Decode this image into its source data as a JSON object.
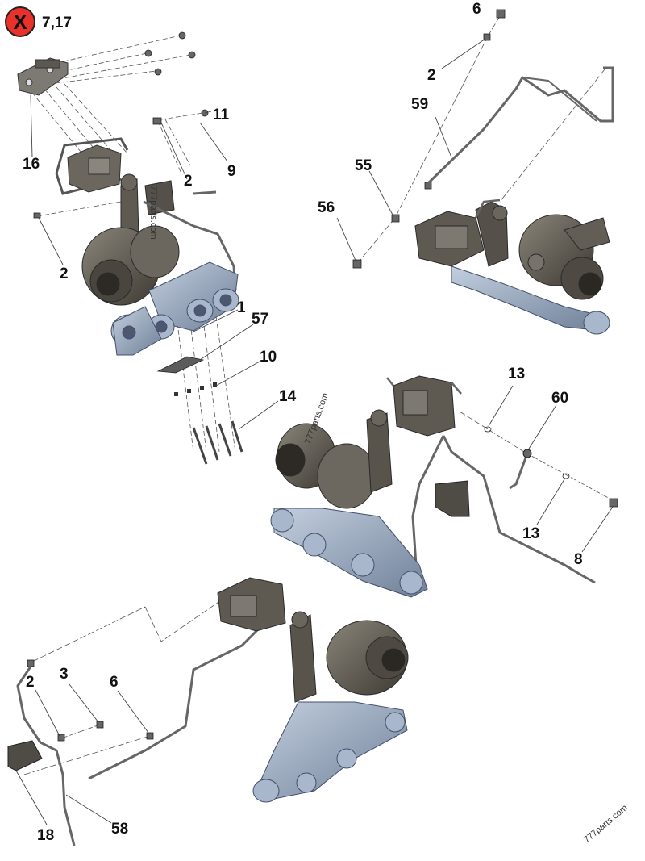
{
  "note": {
    "icon": "remove-x-icon",
    "symbol": "X",
    "text": "7,17",
    "badge_color": "#e8312a"
  },
  "callouts": [
    {
      "id": "c6-top",
      "text": "6"
    },
    {
      "id": "c2-tr",
      "text": "2"
    },
    {
      "id": "c59",
      "text": "59"
    },
    {
      "id": "c55",
      "text": "55"
    },
    {
      "id": "c56",
      "text": "56"
    },
    {
      "id": "c11",
      "text": "11"
    },
    {
      "id": "c9",
      "text": "9"
    },
    {
      "id": "c16",
      "text": "16"
    },
    {
      "id": "c2-tl-a",
      "text": "2"
    },
    {
      "id": "c2-tl-b",
      "text": "2"
    },
    {
      "id": "c1",
      "text": "1"
    },
    {
      "id": "c57",
      "text": "57"
    },
    {
      "id": "c10",
      "text": "10"
    },
    {
      "id": "c14",
      "text": "14"
    },
    {
      "id": "c13-a",
      "text": "13"
    },
    {
      "id": "c60",
      "text": "60"
    },
    {
      "id": "c13-b",
      "text": "13"
    },
    {
      "id": "c8",
      "text": "8"
    },
    {
      "id": "c2-bl",
      "text": "2"
    },
    {
      "id": "c3",
      "text": "3"
    },
    {
      "id": "c6-bl",
      "text": "6"
    },
    {
      "id": "c18",
      "text": "18"
    },
    {
      "id": "c58",
      "text": "58"
    }
  ],
  "watermarks": [
    "777parts.com",
    "777parts.com",
    "777parts.com"
  ],
  "colors": {
    "manifold": "#8fa0b8",
    "turbo": "#5a554c",
    "line": "#333333"
  }
}
